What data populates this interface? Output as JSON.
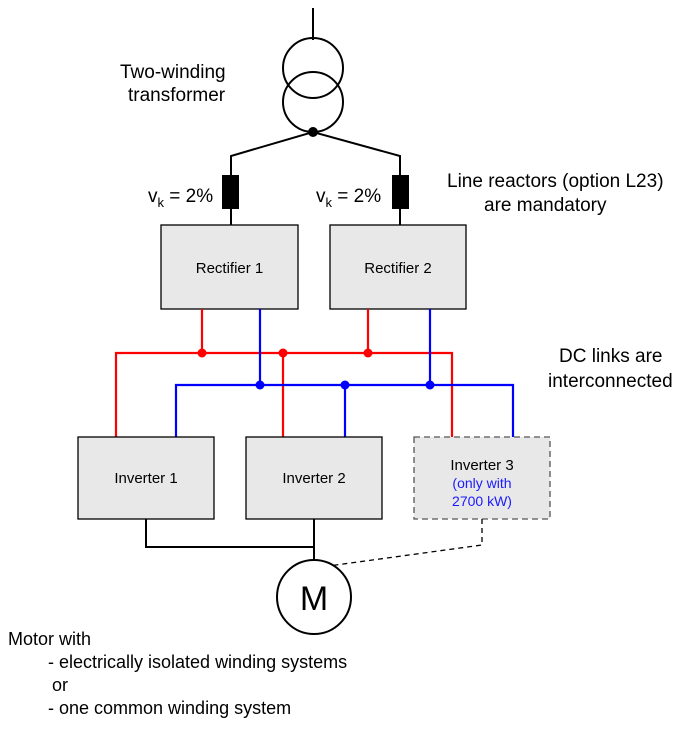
{
  "transformer": {
    "label_line1": "Two-winding",
    "label_line2": "transformer"
  },
  "reactors": {
    "left": {
      "v": "v",
      "sub": "k",
      "value": " = 2%"
    },
    "right": {
      "v": "v",
      "sub": "k",
      "value": " = 2%"
    },
    "note_line1": "Line reactors (option L23)",
    "note_line2": "are mandatory"
  },
  "rectifiers": [
    {
      "label": "Rectifier 1"
    },
    {
      "label": "Rectifier 2"
    }
  ],
  "dc_links": {
    "note_line1": "DC links are",
    "note_line2": "interconnected"
  },
  "inverters": [
    {
      "label": "Inverter 1"
    },
    {
      "label": "Inverter 2"
    },
    {
      "label": "Inverter 3",
      "note_line1": "(only with",
      "note_line2": "2700 kW)"
    }
  ],
  "motor": {
    "symbol": "M"
  },
  "motor_list": {
    "heading": "Motor with",
    "option1": "- electrically isolated winding systems",
    "or": "or",
    "option2": "- one common winding system"
  },
  "colors": {
    "positive_dc": "#ff0000",
    "negative_dc": "#0000ff",
    "box_fill": "#e8e8e8",
    "note_text": "#1a1aff"
  }
}
